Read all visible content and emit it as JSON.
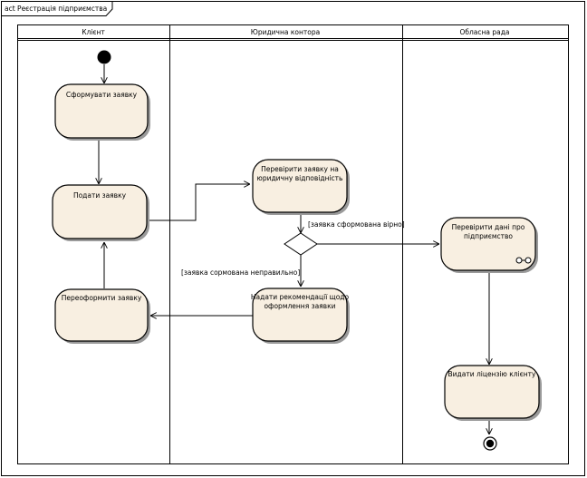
{
  "diagram": {
    "title": "act Реєстрація підприємства",
    "lanes": [
      "Клієнт",
      "Юридична контора",
      "Обласна рада"
    ],
    "activities": {
      "form_request": "Сформувати заявку",
      "submit_request": "Подати заявку",
      "reformat_request": "Переоформити заявку",
      "check_request": [
        "Перевірити заявку на",
        "юридичну відповідність"
      ],
      "give_recommendations": [
        "Надати рекомендації щодо",
        "оформлення заявки"
      ],
      "check_data": [
        "Перевірити дані про",
        "підприємство"
      ],
      "issue_license": "Видати ліцензію клієнту"
    },
    "guards": {
      "correct": "[заявка сформована вірно]",
      "incorrect": "[заявка сормована неправильно]"
    }
  }
}
